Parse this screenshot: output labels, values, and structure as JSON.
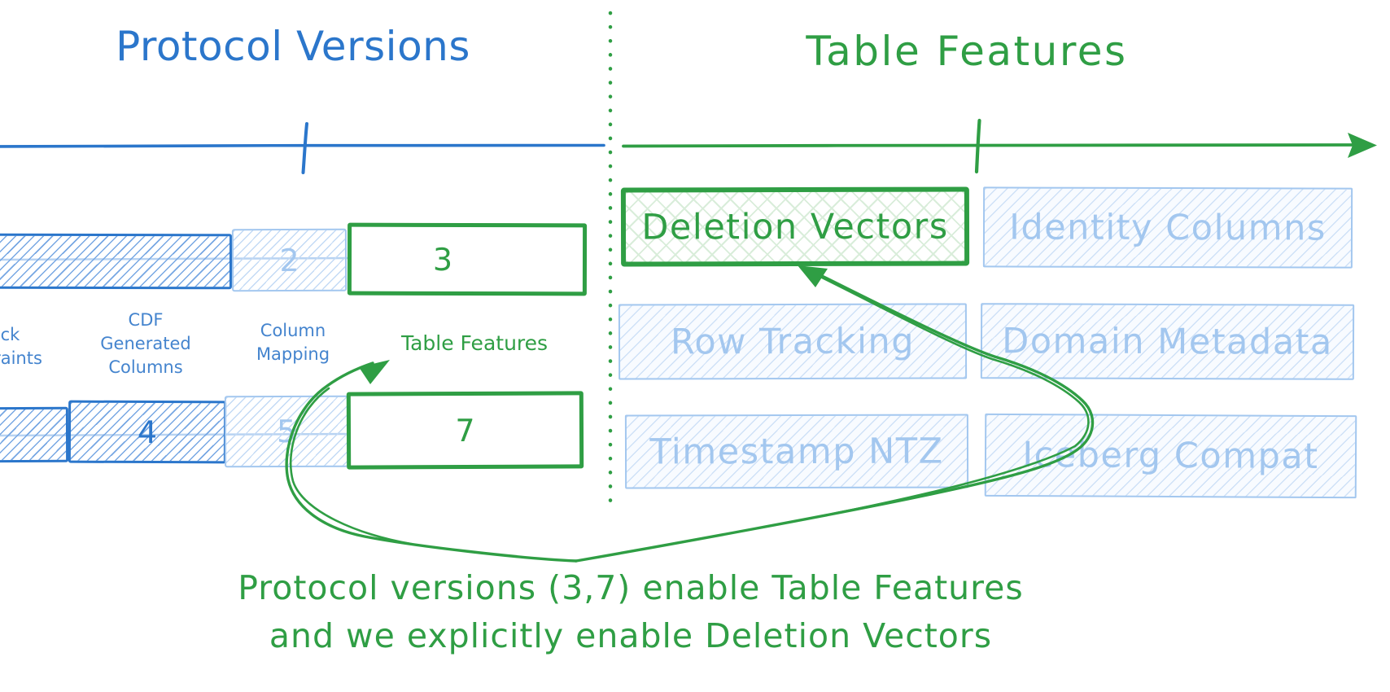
{
  "colors": {
    "blue": "#2b76cb",
    "label_blue": "#4484ce",
    "light_blue": "#a3c7ef",
    "hatch_blue": "#77a7e3",
    "hatch_pale": "#c3daf5",
    "hatch_feature": "#cfe1f7",
    "pale_fill": "#f8fbff",
    "mid_line": "#b8d3f2",
    "green": "#2f9e44",
    "lattice_green": "#d9edda"
  },
  "protocol_versions": {
    "title": "Protocol Versions",
    "reader_boxes": [
      {
        "label": ""
      },
      {
        "label": "2"
      },
      {
        "label": "3"
      }
    ],
    "writer_boxes": [
      {
        "label": ""
      },
      {
        "label": "4"
      },
      {
        "label": "5"
      },
      {
        "label": "7"
      }
    ],
    "column_labels": {
      "check_constraints": "Check\nConstraints",
      "cdf_generated_columns": "CDF\nGenerated\nColumns",
      "column_mapping": "Column\nMapping",
      "table_features": "Table Features"
    }
  },
  "table_features": {
    "title": "Table Features",
    "features": [
      {
        "label": "Deletion Vectors",
        "highlighted": true
      },
      {
        "label": "Identity Columns",
        "highlighted": false
      },
      {
        "label": "Row Tracking",
        "highlighted": false
      },
      {
        "label": "Domain Metadata",
        "highlighted": false
      },
      {
        "label": "Timestamp NTZ",
        "highlighted": false
      },
      {
        "label": "Iceberg Compat",
        "highlighted": false
      }
    ]
  },
  "caption": {
    "line1": "Protocol versions (3,7) enable Table Features",
    "line2": "and we explicitly enable Deletion Vectors"
  }
}
